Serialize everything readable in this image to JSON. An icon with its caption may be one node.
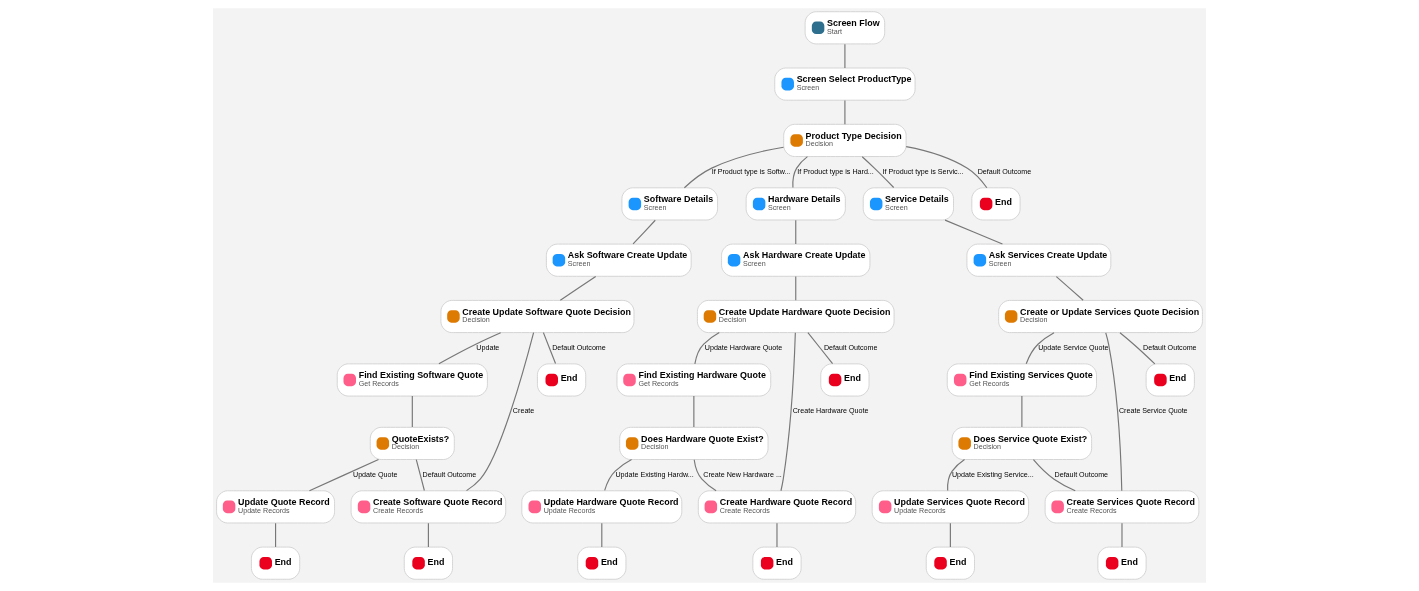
{
  "diagram": {
    "nodes": [
      {
        "text": [
          "Screen Flow",
          "Start"
        ]
      },
      {
        "text": [
          "Screen Select ProductType",
          "Screen"
        ]
      },
      {
        "text": [
          "Product Type Decision",
          "Decision"
        ]
      },
      {
        "text": [
          "Software Details",
          "Screen"
        ]
      },
      {
        "text": [
          "Ask Software Create Update",
          "Screen"
        ]
      },
      {
        "text": [
          "Create Update Software Quote Decision",
          "Decision"
        ]
      },
      {
        "text": [
          "Find Existing Software Quote",
          "Get Records"
        ]
      },
      {
        "text": [
          "QuoteExists?",
          "Decision"
        ]
      },
      {
        "text": [
          "Update Quote Record",
          "Update Records"
        ]
      },
      {
        "text": [
          "End"
        ]
      },
      {
        "text": [
          "Create Software Quote Record",
          "Create Records"
        ]
      },
      {
        "text": [
          "End"
        ]
      },
      {
        "text": [
          "End"
        ]
      },
      {
        "text": [
          "Hardware Details",
          "Screen"
        ]
      },
      {
        "text": [
          "Ask Hardware Create Update",
          "Screen"
        ]
      },
      {
        "text": [
          "Create Update Hardware Quote Decision",
          "Decision"
        ]
      },
      {
        "text": [
          "Find Existing Hardware Quote",
          "Get Records"
        ]
      },
      {
        "text": [
          "Does Hardware Quote Exist?",
          "Decision"
        ]
      },
      {
        "text": [
          "Update Hardware Quote Record",
          "Update Records"
        ]
      },
      {
        "text": [
          "End"
        ]
      },
      {
        "text": [
          "Create Hardware Quote Record",
          "Create Records"
        ]
      },
      {
        "text": [
          "End"
        ]
      },
      {
        "text": [
          "End"
        ]
      },
      {
        "text": [
          "Service Details",
          "Screen"
        ]
      },
      {
        "text": [
          "Ask Services Create Update",
          "Screen"
        ]
      },
      {
        "text": [
          "Create or Update Services Quote Decision",
          "Decision"
        ]
      },
      {
        "text": [
          "Find Existing Services Quote",
          "Get Records"
        ]
      },
      {
        "text": [
          "Does Service Quote Exist?",
          "Decision"
        ]
      },
      {
        "text": [
          "Update Services Quote Record",
          "Update Records"
        ]
      },
      {
        "text": [
          "End"
        ]
      },
      {
        "text": [
          "Create Services Quote Record",
          "Create Records"
        ]
      },
      {
        "text": [
          "End"
        ]
      },
      {
        "text": [
          "End"
        ]
      },
      {
        "text": [
          "End"
        ]
      }
    ],
    "edges": [
      {
        "from": 0,
        "to": 1,
        "arrow": "none"
      },
      {
        "from": 1,
        "to": 2,
        "arrow": "none"
      },
      {
        "from": 2,
        "to": 3,
        "arrow": "none",
        "label": "If Product type is Softw..."
      },
      {
        "from": 2,
        "to": 13,
        "arrow": "none",
        "label": "If Product type is Hard..."
      },
      {
        "from": 2,
        "to": 23,
        "arrow": "none",
        "label": "If Product type is Servic..."
      },
      {
        "from": 2,
        "to": 33,
        "arrow": "none",
        "label": "Default Outcome"
      },
      {
        "from": 3,
        "to": 4,
        "arrow": "none"
      },
      {
        "from": 4,
        "to": 5,
        "arrow": "none"
      },
      {
        "from": 5,
        "to": 10,
        "arrow": "none",
        "label": "Create"
      },
      {
        "from": 5,
        "to": 6,
        "arrow": "none",
        "label": "Update"
      },
      {
        "from": 5,
        "to": 12,
        "arrow": "none",
        "label": "Default Outcome"
      },
      {
        "from": 6,
        "to": 7,
        "arrow": "none"
      },
      {
        "from": 7,
        "to": 8,
        "arrow": "none",
        "label": "Update Quote"
      },
      {
        "from": 7,
        "to": 10,
        "arrow": "none",
        "label": "Default Outcome"
      },
      {
        "from": 8,
        "to": 9,
        "arrow": "none"
      },
      {
        "from": 10,
        "to": 11,
        "arrow": "none"
      },
      {
        "from": 13,
        "to": 14,
        "arrow": "none"
      },
      {
        "from": 14,
        "to": 15,
        "arrow": "none"
      },
      {
        "from": 15,
        "to": 20,
        "arrow": "none",
        "label": "Create Hardware Quote"
      },
      {
        "from": 15,
        "to": 16,
        "arrow": "none",
        "label": "Update Hardware Quote"
      },
      {
        "from": 15,
        "to": 22,
        "arrow": "none",
        "label": "Default Outcome"
      },
      {
        "from": 16,
        "to": 17,
        "arrow": "none"
      },
      {
        "from": 17,
        "to": 18,
        "arrow": "none",
        "label": "Update Existing Hardw..."
      },
      {
        "from": 17,
        "to": 20,
        "arrow": "none",
        "label": "Create New Hardware ..."
      },
      {
        "from": 18,
        "to": 19,
        "arrow": "none"
      },
      {
        "from": 20,
        "to": 21,
        "arrow": "none"
      },
      {
        "from": 23,
        "to": 24,
        "arrow": "none"
      },
      {
        "from": 24,
        "to": 25,
        "arrow": "none"
      },
      {
        "from": 25,
        "to": 30,
        "arrow": "none",
        "label": "Create Service Quote"
      },
      {
        "from": 25,
        "to": 26,
        "arrow": "none",
        "label": "Update Service Quote"
      },
      {
        "from": 25,
        "to": 32,
        "arrow": "none",
        "label": "Default Outcome"
      },
      {
        "from": 26,
        "to": 27,
        "arrow": "none"
      },
      {
        "from": 27,
        "to": 28,
        "arrow": "none",
        "label": "Update Existing Service..."
      },
      {
        "from": 27,
        "to": 30,
        "arrow": "none",
        "label": "Default Outcome"
      },
      {
        "from": 28,
        "to": 29,
        "arrow": "none"
      },
      {
        "from": 30,
        "to": 31,
        "arrow": "none"
      }
    ]
  }
}
